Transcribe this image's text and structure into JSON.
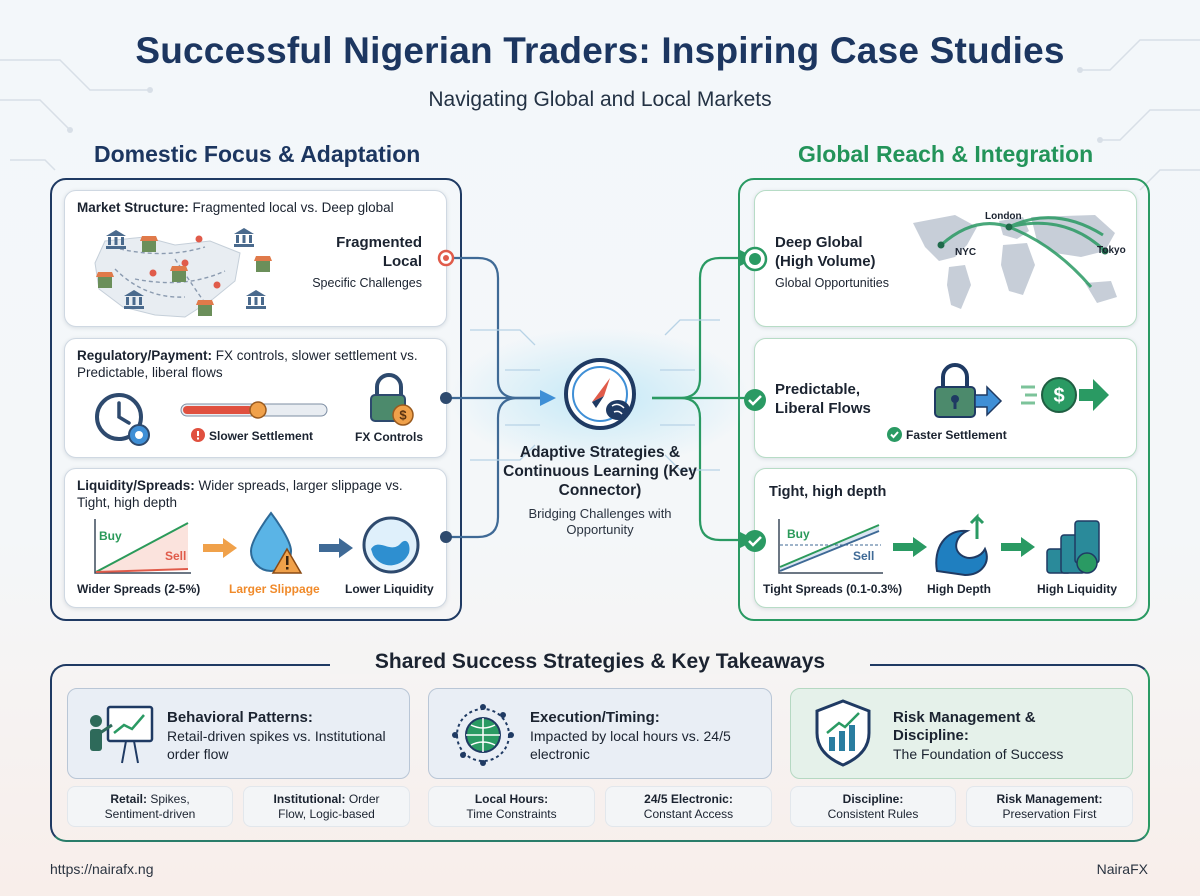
{
  "header": {
    "title": "Successful Nigerian Traders: Inspiring Case Studies",
    "subtitle": "Navigating Global and Local Markets"
  },
  "domestic": {
    "heading": "Domestic Focus & Adaptation",
    "market": {
      "label": "Market Structure:",
      "text": " Fragmented local vs. Deep global",
      "big1": "Fragmented",
      "big2": "Local",
      "sub": "Specific Challenges"
    },
    "regulatory": {
      "label": "Regulatory/Payment:",
      "text": " FX controls, slower settlement vs. Predictable, liberal flows",
      "slow": "Slower Settlement",
      "fx": "FX Controls"
    },
    "liquidity": {
      "label": "Liquidity/Spreads:",
      "text": " Wider spreads, larger slippage vs. Tight, high depth",
      "buy": "Buy",
      "sell": "Sell",
      "spreads": "Wider Spreads (2-5%)",
      "slippage": "Larger Slippage",
      "lower": "Lower Liquidity"
    }
  },
  "center": {
    "title": "Adaptive Strategies & Continuous Learning (Key Connector)",
    "sub": "Bridging Challenges with Opportunity"
  },
  "global": {
    "heading": "Global Reach & Integration",
    "deep": {
      "big1": "Deep Global",
      "big2": "(High Volume)",
      "sub": "Global Opportunities",
      "cities": [
        "London",
        "NYC",
        "Tokyo"
      ]
    },
    "flows": {
      "big1": "Predictable,",
      "big2": "Liberal Flows",
      "faster": "Faster Settlement"
    },
    "depth": {
      "title": "Tight, high depth",
      "buy": "Buy",
      "sell": "Sell",
      "spreads": "Tight Spreads (0.1-0.3%)",
      "depth": "High Depth",
      "liquidity": "High Liquidity"
    }
  },
  "shared": {
    "heading": "Shared Success Strategies & Key Takeaways",
    "cards": [
      {
        "title": "Behavioral Patterns:",
        "sub": "Retail-driven spikes vs. Institutional order flow"
      },
      {
        "title": "Execution/Timing:",
        "sub": "Impacted by local hours vs. 24/5 electronic"
      },
      {
        "title": "Risk Management & Discipline:",
        "sub": "The Foundation of Success"
      }
    ],
    "chips": [
      {
        "b": "Retail:",
        "t": " Spikes,",
        "t2": "Sentiment-driven"
      },
      {
        "b": "Institutional:",
        "t": " Order",
        "t2": "Flow, Logic-based"
      },
      {
        "b": "Local Hours:",
        "t": "",
        "t2": "Time Constraints"
      },
      {
        "b": "24/5 Electronic:",
        "t": "",
        "t2": "Constant Access"
      },
      {
        "b": "Discipline:",
        "t": "",
        "t2": "Consistent Rules"
      },
      {
        "b": "Risk Management:",
        "t": "",
        "t2": "Preservation First"
      }
    ]
  },
  "footer": {
    "url": "https://nairafx.ng",
    "brand": "NairaFX"
  },
  "colors": {
    "navy": "#1c3660",
    "green": "#23945a",
    "red": "#e05b4a",
    "orange": "#f08a2a",
    "blue": "#3f8fd6"
  },
  "icons": [
    "bank-icon",
    "market-stall-icon",
    "clock-gear-icon",
    "padlock-dollar-icon",
    "water-drop-warning-icon",
    "liquid-orb-icon",
    "compass-brain-icon",
    "world-map-icon",
    "padlock-arrow-icon",
    "dollar-arrow-icon",
    "wave-icon",
    "coin-stack-icon",
    "presenter-chart-icon",
    "globe-network-icon",
    "shield-chart-icon",
    "check-circle-icon"
  ]
}
